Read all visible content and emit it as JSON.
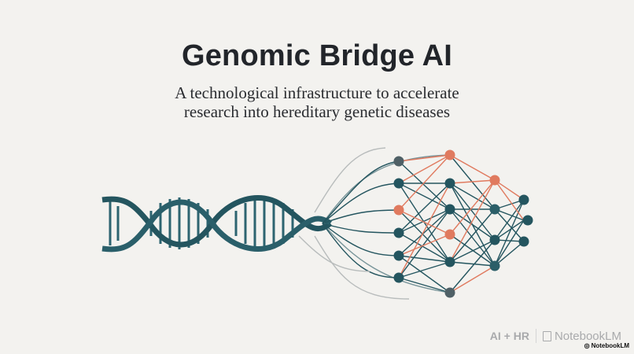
{
  "slide": {
    "title": "Genomic Bridge AI",
    "subtitle_line1": "A technological infrastructure to accelerate",
    "subtitle_line2": "research into hereditary genetic diseases"
  },
  "illustration": {
    "description": "DNA double helix transitioning into neural network",
    "colors": {
      "teal": "#24555f",
      "orange": "#e07a5f",
      "gray": "#4f6066",
      "background": "#f3f2ef"
    }
  },
  "footer": {
    "tag": "AI + HR",
    "brand": "NotebookLM",
    "watermark": "NotebookLM"
  }
}
